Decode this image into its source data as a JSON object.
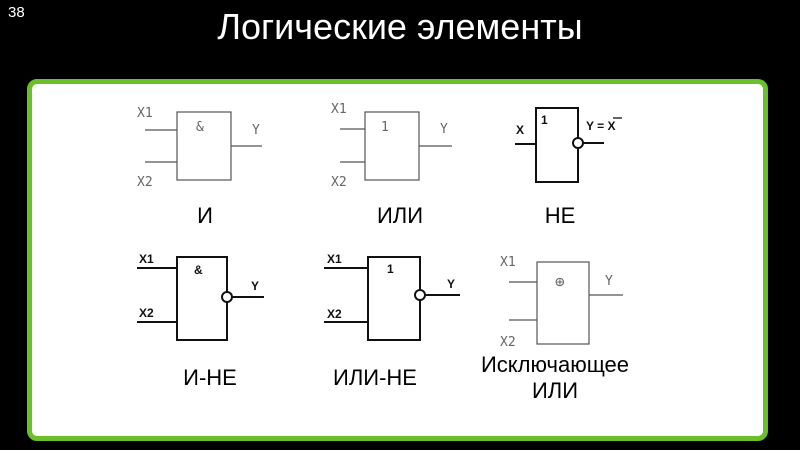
{
  "slide": {
    "number": "38",
    "title": "Логические элементы"
  },
  "gates": {
    "and": {
      "label": "И",
      "symbol": "&",
      "in1": "X1",
      "in2": "X2",
      "out": "Y"
    },
    "or": {
      "label": "ИЛИ",
      "symbol": "1",
      "in1": "X1",
      "in2": "X2",
      "out": "Y"
    },
    "not": {
      "label": "НЕ",
      "symbol": "1",
      "in": "X",
      "out": "Y = X"
    },
    "nand": {
      "label": "И-НЕ",
      "symbol": "&",
      "in1": "X1",
      "in2": "X2",
      "out": "Y"
    },
    "nor": {
      "label": "ИЛИ-НЕ",
      "symbol": "1",
      "in1": "X1",
      "in2": "X2",
      "out": "Y"
    },
    "xor": {
      "label_line1": "Исключающее",
      "label_line2": "ИЛИ",
      "symbol": "⊕",
      "in1": "X1",
      "in2": "X2",
      "out": "Y"
    }
  },
  "colors": {
    "background": "#000000",
    "panel": "#ffffff",
    "panel_border": "#6abf2a"
  }
}
